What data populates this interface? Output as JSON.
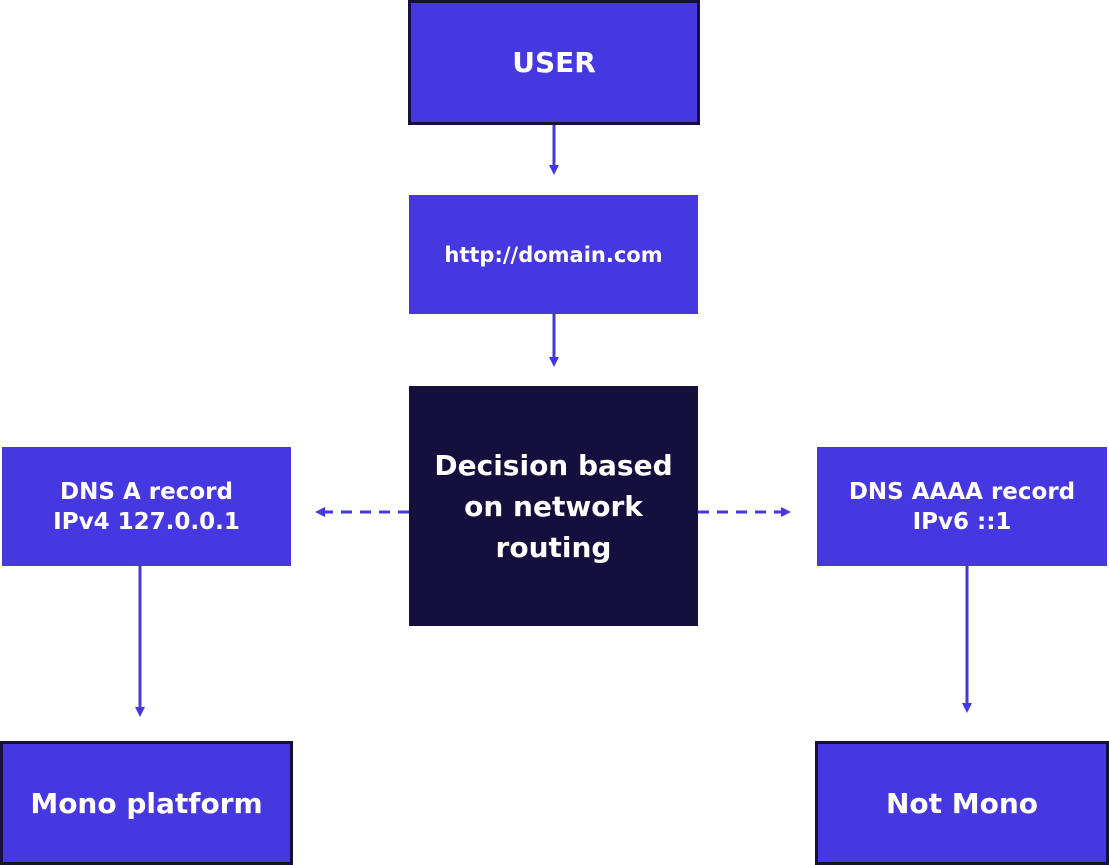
{
  "nodes": {
    "user": "USER",
    "url": "http://domain.com",
    "decision": [
      "Decision based",
      "on network",
      "routing"
    ],
    "dns_a": [
      "DNS A record",
      "IPv4 127.0.0.1"
    ],
    "dns_aaaa": [
      "DNS AAAA record",
      "IPv6 ::1"
    ],
    "mono": "Mono platform",
    "not_mono": "Not Mono"
  },
  "colors": {
    "box_fill": "#4638e1",
    "box_border": "#16103a",
    "decision_fill": "#150f3d",
    "text": "#ffffff",
    "arrow": "#4638e1"
  }
}
